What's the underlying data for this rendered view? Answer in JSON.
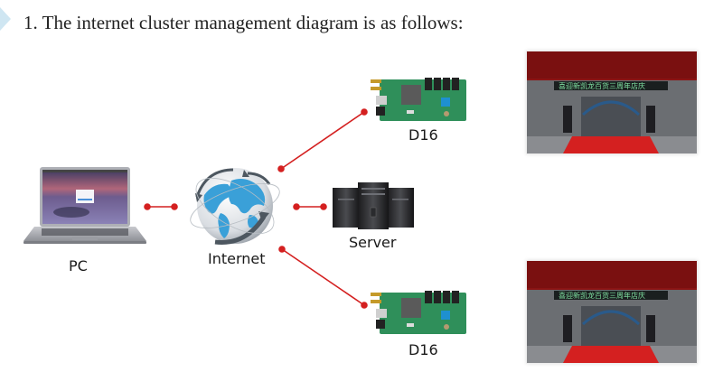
{
  "heading": "1. The internet cluster management diagram is as follows:",
  "nodes": {
    "pc": {
      "label": "PC",
      "icon": "laptop-icon"
    },
    "internet": {
      "label": "Internet",
      "icon": "globe-icon"
    },
    "server": {
      "label": "Server",
      "icon": "server-rack-icon"
    },
    "d16_top": {
      "label": "D16",
      "icon": "controller-card-icon"
    },
    "d16_bottom": {
      "label": "D16",
      "icon": "controller-card-icon"
    }
  },
  "photos": {
    "top": {
      "icon": "led-display-storefront-photo",
      "sign_text": "喜迎新凯龙百货三周年店庆"
    },
    "bottom": {
      "icon": "led-display-storefront-photo",
      "sign_text": "喜迎新凯龙百货三周年店庆"
    }
  },
  "colors": {
    "connector": "#d42020",
    "globe": "#3aa0d8",
    "sign_green": "#7fe0a0",
    "sign_orange": "#ffb040"
  }
}
